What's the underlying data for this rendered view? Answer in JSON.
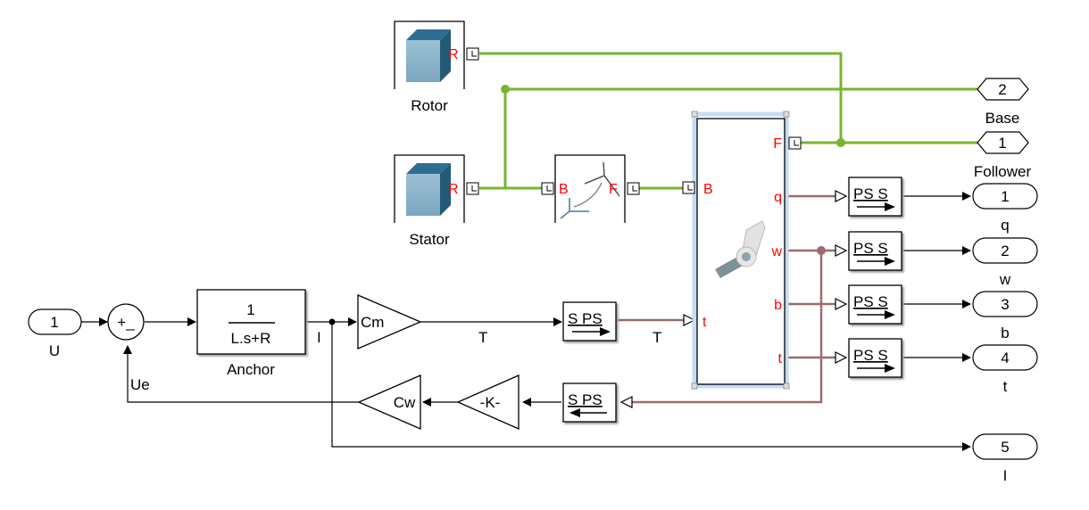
{
  "blocks": {
    "rotor": {
      "name": "Rotor",
      "port": "R"
    },
    "stator": {
      "name": "Stator",
      "port": "R"
    },
    "transform": {
      "port_b": "B",
      "port_f": "F"
    },
    "joint": {
      "ports_left": [
        "B",
        "t"
      ],
      "ports_right": [
        "F",
        "q",
        "w",
        "b",
        "t"
      ]
    },
    "anchor": {
      "name": "Anchor",
      "num": "1",
      "den": "L.s+R"
    },
    "sum": {
      "signs": "+_"
    },
    "gain_cm": {
      "label": "Cm"
    },
    "gain_k": {
      "label": "-K-"
    },
    "gain_cw": {
      "label": "Cw"
    },
    "s_ps_fwd": {
      "label": "S PS"
    },
    "s_ps_back": {
      "label": "S PS"
    },
    "ps_s": [
      {
        "label": "PS S"
      },
      {
        "label": "PS S"
      },
      {
        "label": "PS S"
      },
      {
        "label": "PS S"
      }
    ]
  },
  "inports": [
    {
      "num": "1",
      "name": "U"
    }
  ],
  "outports": [
    {
      "num": "1",
      "name": "q"
    },
    {
      "num": "2",
      "name": "w"
    },
    {
      "num": "3",
      "name": "b"
    },
    {
      "num": "4",
      "name": "t"
    },
    {
      "num": "5",
      "name": "I"
    }
  ],
  "connection_ports": [
    {
      "num": "2",
      "name": "Base"
    },
    {
      "num": "1",
      "name": "Follower"
    }
  ],
  "signal_labels": {
    "I": "I",
    "T1": "T",
    "T2": "T",
    "Ue": "Ue"
  }
}
